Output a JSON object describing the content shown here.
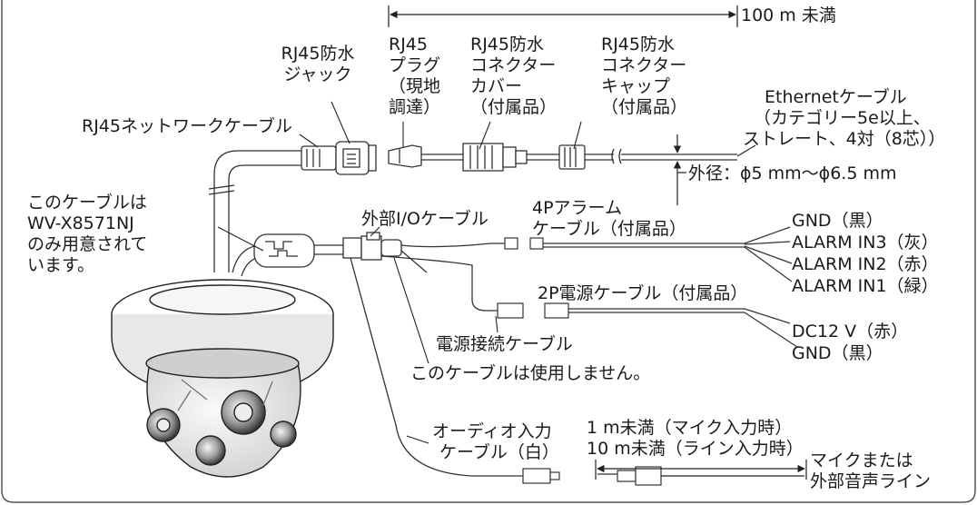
{
  "measure_top": "100 m 未満",
  "rj45_jack": [
    "RJ45防水",
    "ジャック"
  ],
  "rj45_network_cable": "RJ45ネットワークケーブル",
  "rj45_plug": [
    "RJ45",
    "プラグ",
    "（現地",
    "調達）"
  ],
  "connector_cover": [
    "RJ45防水",
    "コネクター",
    "カバー",
    "（付属品）"
  ],
  "connector_cap": [
    "RJ45防水",
    "コネクター",
    "キャップ",
    "（付属品）"
  ],
  "ethernet_cable": [
    "Ethernetケーブル",
    "（カテゴリー5e以上、",
    "ストレート、4対（8芯））"
  ],
  "outer_diameter": "外径：ϕ5 mm～ϕ6.5 mm",
  "model_note": [
    "このケーブルは",
    "WV-X8571NJ",
    "のみ用意されて",
    "います。"
  ],
  "ext_io_cable": "外部I/Oケーブル",
  "alarm_cable": [
    "4Pアラーム",
    "ケーブル（付属品）"
  ],
  "alarm_wires": [
    "GND（黒）",
    "ALARM IN3（灰）",
    "ALARM IN2（赤）",
    "ALARM IN1（緑）"
  ],
  "power_2p_cable": "2P電源ケーブル（付属品）",
  "power_wires": [
    "DC12 V（赤）",
    "GND（黒）"
  ],
  "power_connect_cable": "電源接続ケーブル",
  "unused_cable": "このケーブルは使用しません。",
  "audio_cable": [
    "オーディオ入力",
    "ケーブル（白）"
  ],
  "audio_length": [
    "1 m未満（マイク入力時）",
    "10 m未満（ライン入力時）"
  ],
  "mic_line": [
    "マイクまたは",
    "外部音声ライン"
  ]
}
